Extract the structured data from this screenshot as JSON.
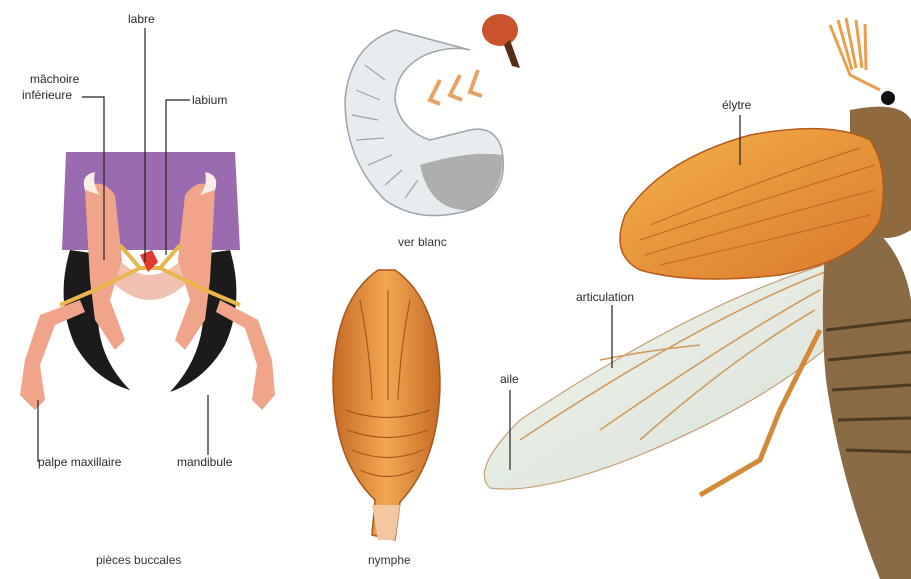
{
  "mouthparts": {
    "caption": "pièces buccales",
    "labels": {
      "labre": "labre",
      "machoire_line1": "mâchoire",
      "machoire_line2": "inférieure",
      "labium": "labium",
      "palpe": "palpe maxillaire",
      "mandibule": "mandibule"
    }
  },
  "larva": {
    "caption": "ver blanc"
  },
  "pupa": {
    "caption": "nymphe"
  },
  "adult": {
    "labels": {
      "elytre": "élytre",
      "articulation": "articulation",
      "aile": "aile"
    }
  },
  "colors": {
    "purple": "#9b6bb0",
    "pink": "#f0a58a",
    "black_mandible": "#1b1b1b",
    "orange": "#e39a3c",
    "wing": "#e7ece2",
    "red": "#e23a2f"
  }
}
